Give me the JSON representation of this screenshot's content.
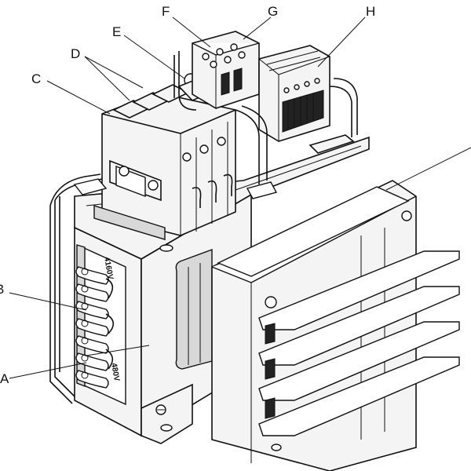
{
  "callouts": {
    "a": "A",
    "b": "B",
    "c": "C",
    "d": "D",
    "e": "E",
    "f": "F",
    "g": "G",
    "h": "H"
  },
  "ratings": {
    "primary_top": "4160V",
    "primary_bottom": "480V"
  }
}
